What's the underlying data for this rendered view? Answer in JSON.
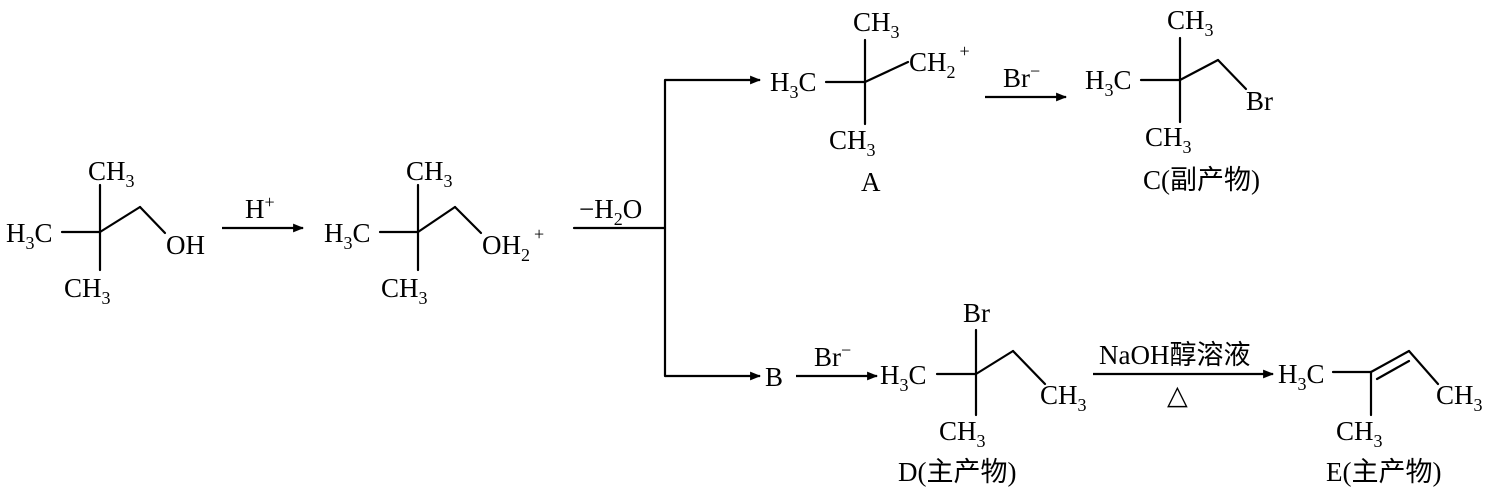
{
  "colors": {
    "ink": "#000000",
    "background": "#ffffff"
  },
  "reactant": {
    "methyl_top": "CH",
    "methyl_left": "H",
    "methyl_left_c": "C",
    "methyl_bottom": "CH",
    "hydroxyl": "OH",
    "sub3": "3"
  },
  "step1": {
    "reagent": "H",
    "charge": "+"
  },
  "oxonium": {
    "methyl_top": "CH",
    "methyl_left": "H",
    "methyl_left_c": "C",
    "methyl_bottom": "CH",
    "group": "OH",
    "sub2": "2",
    "charge": "+",
    "sub3": "3"
  },
  "step2": {
    "reagent_prefix": "−H",
    "reagent_sub": "2",
    "reagent_suffix": "O"
  },
  "cation_A": {
    "label": "A",
    "methyl_top": "CH",
    "methyl_left": "H",
    "methyl_left_c": "C",
    "methyl_bottom": "CH",
    "carbocation": "CH",
    "sub2": "2",
    "charge": "+",
    "sub3": "3"
  },
  "step3": {
    "reagent": "Br",
    "charge": "−"
  },
  "product_C": {
    "label": "C(副产物)",
    "methyl_top": "CH",
    "methyl_left": "H",
    "methyl_left_c": "C",
    "methyl_bottom": "CH",
    "halogen": "Br",
    "sub3": "3"
  },
  "intermediate_B": {
    "label": "B"
  },
  "step4": {
    "reagent": "Br",
    "charge": "−"
  },
  "product_D": {
    "label": "D(主产物)",
    "halogen": "Br",
    "methyl_left": "H",
    "methyl_left_c": "C",
    "ethyl_end": "CH",
    "methyl_bottom": "CH",
    "sub3": "3"
  },
  "step5": {
    "reagent": "NaOH醇溶液",
    "condition": "△"
  },
  "product_E": {
    "label": "E(主产物)",
    "methyl_left": "H",
    "methyl_left_c": "C",
    "methyl_right": "CH",
    "methyl_bottom": "CH",
    "sub3": "3"
  }
}
